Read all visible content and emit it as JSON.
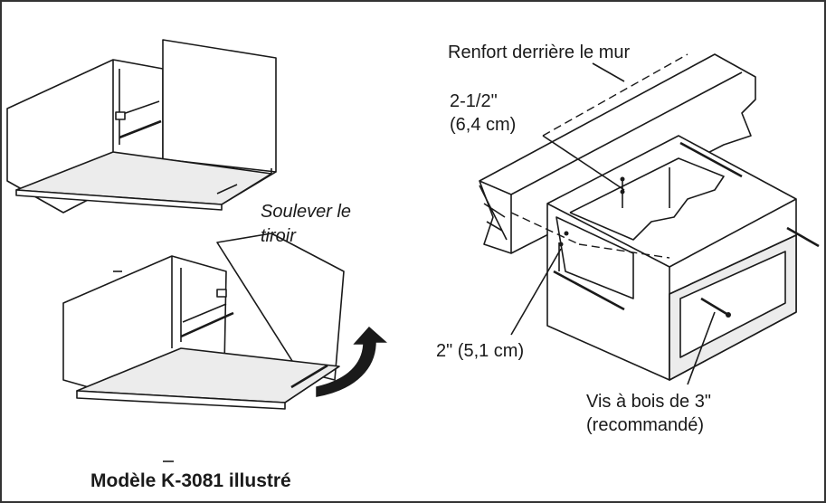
{
  "labels": {
    "lift_drawer_line1": "Soulever le",
    "lift_drawer_line2": "tiroir",
    "wall_blocking": "Renfort derrière le mur",
    "dimension_top_line1": "2-1/2\"",
    "dimension_top_line2": "(6,4 cm)",
    "dimension_side": "2\" (5,1 cm)",
    "screw_line1": "Vis à bois de 3\"",
    "screw_line2": "(recommandé)",
    "caption": "Modèle K-3081 illustré"
  },
  "colors": {
    "line": "#1a1a1a",
    "background": "#ffffff",
    "shade": "#ececec",
    "border": "#333333"
  },
  "icons": {
    "lift_arrow": "curved-arrow-icon"
  }
}
